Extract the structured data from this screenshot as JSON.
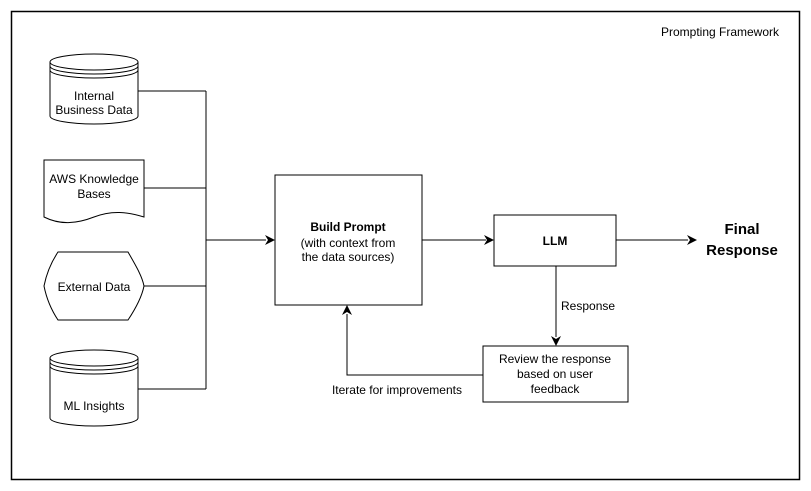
{
  "frame": {
    "title": "Prompting Framework"
  },
  "sources": {
    "internal_business_data": [
      "Internal",
      "Business Data"
    ],
    "aws_knowledge_bases": [
      "AWS Knowledge",
      "Bases"
    ],
    "external_data": "External Data",
    "ml_insights": "ML Insights"
  },
  "build_prompt": {
    "title": "Build Prompt",
    "subtitle": [
      "(with context from",
      "the data sources)"
    ]
  },
  "llm": {
    "label": "LLM"
  },
  "final_response": [
    "Final",
    "Response"
  ],
  "edges": {
    "response_label": "Response",
    "iterate_label": "Iterate for improvements"
  },
  "review": {
    "lines": [
      "Review the response",
      "based on user",
      "feedback"
    ]
  }
}
